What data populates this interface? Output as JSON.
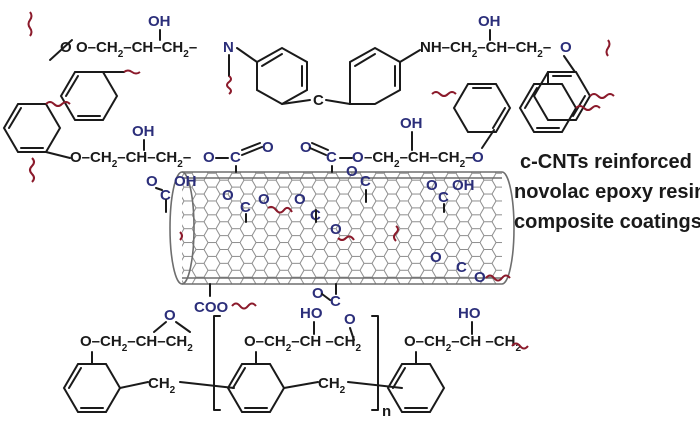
{
  "colors": {
    "bond": "#1a1a1a",
    "heteroatom_blue": "#2b2e7a",
    "wavy_link": "#8b1a2b",
    "nanotube": "#8c8c8c"
  },
  "caption": {
    "line1": "c-CNTs reinforced",
    "line2": "novolac epoxy resin",
    "line3": "composite coatings"
  },
  "labels": {
    "oh": "OH",
    "ho": "HO",
    "o": "O",
    "n": "N",
    "nh": "NH",
    "c": "C",
    "coo": "COO",
    "ch": "CH",
    "ch2": "CH",
    "sub2": "2",
    "n_repeat": "n"
  }
}
